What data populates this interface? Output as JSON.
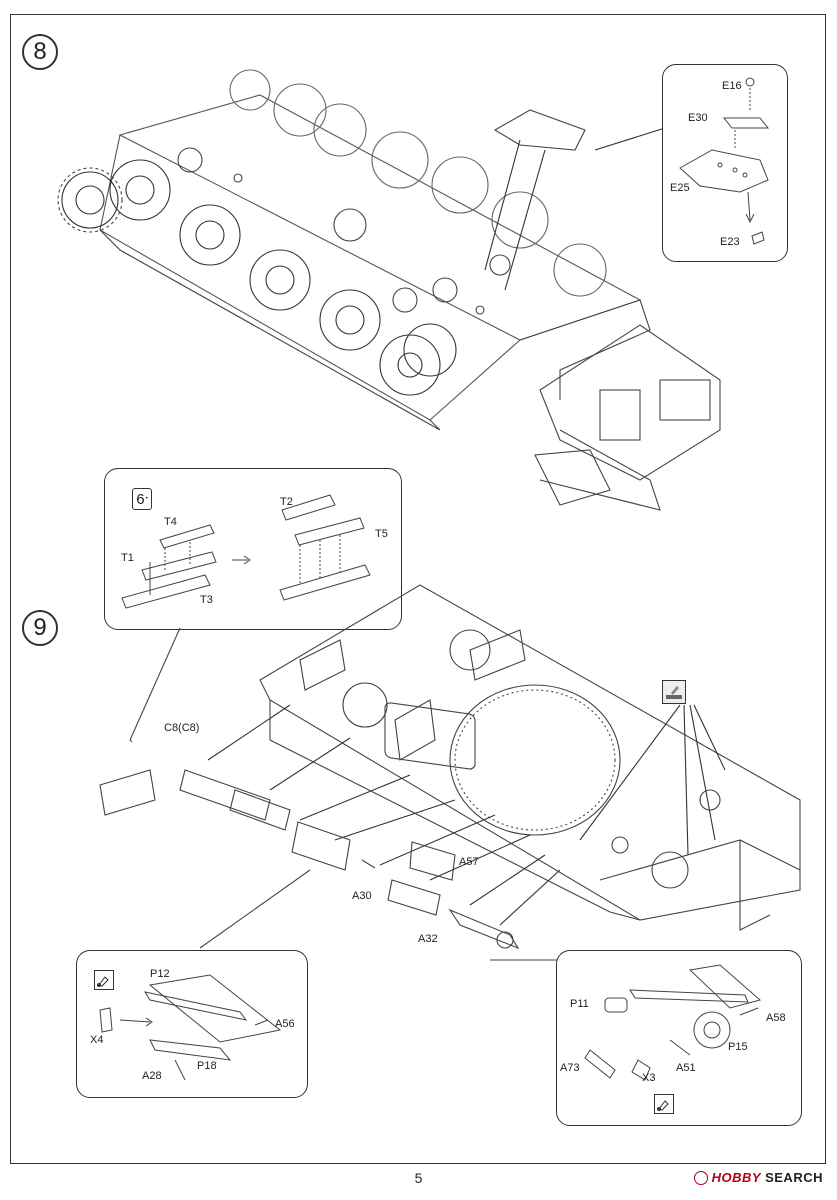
{
  "page": {
    "number": "5"
  },
  "steps": {
    "step8": {
      "number": "8"
    },
    "step9": {
      "number": "9"
    }
  },
  "step8_inset": {
    "labels": [
      "E16",
      "E30",
      "E25",
      "E23"
    ]
  },
  "step9_track_inset": {
    "sub_step_ref": "6",
    "labels": [
      "T4",
      "T1",
      "T3",
      "T2",
      "T5"
    ]
  },
  "step9_main": {
    "labels": [
      "C8(C8)",
      "A57",
      "A30",
      "A32"
    ]
  },
  "step9_left_inset": {
    "labels": [
      "P12",
      "A56",
      "X4",
      "P18",
      "A28"
    ]
  },
  "step9_right_inset": {
    "labels": [
      "P11",
      "A58",
      "P15",
      "A73",
      "X3",
      "A51"
    ]
  },
  "icons": {
    "glue": "glue-icon",
    "paint_dark": "paint-icon",
    "arrow_right": "arrow-right-icon"
  },
  "watermark": {
    "hobby": "HOBBY",
    "search": "SEARCH"
  }
}
